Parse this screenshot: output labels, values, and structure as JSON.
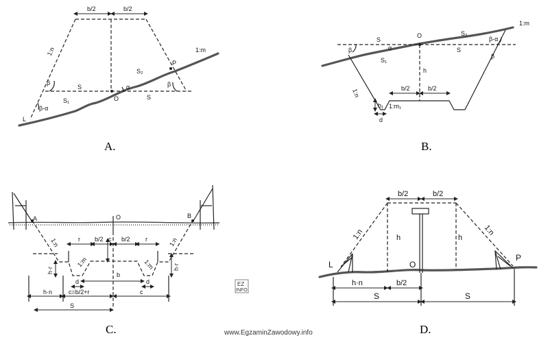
{
  "panels": [
    {
      "caption": "A.",
      "labels": [
        "b/2",
        "b/2",
        "1:n",
        "1:m",
        "P",
        "S₂",
        "β",
        "S",
        "α",
        "O",
        "S",
        "β",
        "S₁",
        "β-α",
        "L"
      ]
    },
    {
      "caption": "B.",
      "labels": [
        "1:m",
        "S",
        "O",
        "S₂",
        "β-α",
        "β",
        "α",
        "S",
        "β",
        "S₁",
        "h",
        "1:n",
        "b/2",
        "b/2",
        "h₁",
        "1:m₁",
        "d"
      ]
    },
    {
      "caption": "C.",
      "labels": [
        "A",
        "O",
        "B",
        "1:n",
        "1:n",
        "r",
        "b/2",
        "c",
        "b/2",
        "r",
        "1:m",
        "1:m",
        "h·r",
        "h·r",
        "d",
        "b",
        "d",
        "h·n",
        "c=b/2+r",
        "c",
        "S"
      ]
    },
    {
      "caption": "D.",
      "labels": [
        "b/2",
        "b/2",
        "1:n",
        "1:n",
        "h",
        "h",
        "L",
        "O",
        "P",
        "h·n",
        "b/2",
        "S",
        "S"
      ]
    }
  ],
  "watermark": {
    "text": "www.EgzaminZawodowy.info",
    "badge_top": "EZ",
    "badge_bottom": "INFO"
  }
}
